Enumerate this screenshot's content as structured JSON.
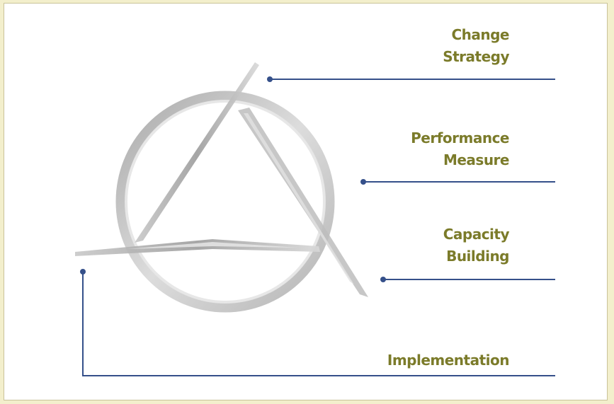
{
  "colors": {
    "background": "#f3efcc",
    "label": "#7b7b2a",
    "connector": "#35508a",
    "symbol": "#b4b4b4"
  },
  "symbol": {
    "icon": "triangle-in-circle-icon"
  },
  "labels": {
    "change_strategy": [
      "Change",
      "Strategy"
    ],
    "performance_measure": [
      "Performance",
      "Measure"
    ],
    "capacity_building": [
      "Capacity",
      "Building"
    ],
    "implementation": [
      "Implementation"
    ]
  }
}
